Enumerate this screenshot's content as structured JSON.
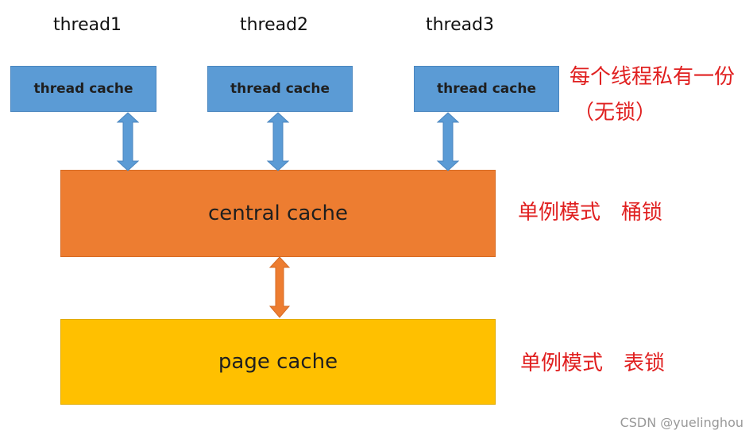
{
  "threads": [
    {
      "label": "thread1",
      "cache_label": "thread cache"
    },
    {
      "label": "thread2",
      "cache_label": "thread cache"
    },
    {
      "label": "thread3",
      "cache_label": "thread cache"
    }
  ],
  "central": {
    "label": "central cache"
  },
  "page": {
    "label": "page cache"
  },
  "notes": {
    "thread_line1": "每个线程私有一份",
    "thread_line2": "（无锁）",
    "central": "单例模式　桶锁",
    "page": "单例模式　表锁"
  },
  "watermark": "CSDN @yuelinghou",
  "colors": {
    "thread_cache": "#5b9bd5",
    "central_cache": "#ed7d31",
    "page_cache": "#ffc000",
    "note_text": "#e02020",
    "blue_arrow": "#5b9bd5",
    "orange_arrow": "#ed7d31"
  }
}
